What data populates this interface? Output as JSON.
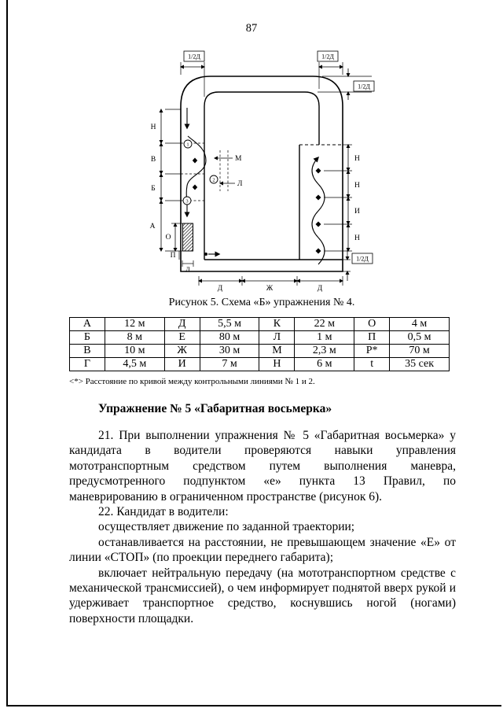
{
  "page": {
    "number": "87"
  },
  "figure": {
    "caption": "Рисунок 5. Схема «Б» упражнения № 4.",
    "labels": {
      "half_d_top_left": "1/2Д",
      "half_d_top_right": "1/2Д",
      "half_d_right": "1/2Д",
      "half_d_bottom_right": "1/2Д",
      "left_n": "Н",
      "left_v": "В",
      "left_b": "Б",
      "left_a": "А",
      "left_o": "О",
      "left_p": "П",
      "mid_m": "М",
      "mid_l": "Л",
      "point_1": "1",
      "point_2": "2",
      "point_3": "3",
      "bottom_l": "Л",
      "bottom_d_left": "Д",
      "bottom_zh": "Ж",
      "bottom_d_right": "Д",
      "right_n1": "Н",
      "right_n2": "Н",
      "right_i": "И",
      "right_n3": "Н"
    }
  },
  "table": {
    "rows": [
      [
        "А",
        "12 м",
        "Д",
        "5,5 м",
        "К",
        "22 м",
        "О",
        "4 м"
      ],
      [
        "Б",
        "8 м",
        "Е",
        "80 м",
        "Л",
        "1 м",
        "П",
        "0,5 м"
      ],
      [
        "В",
        "10 м",
        "Ж",
        "30 м",
        "М",
        "2,3 м",
        "Р*",
        "70 м"
      ],
      [
        "Г",
        "4,5 м",
        "И",
        "7 м",
        "Н",
        "6 м",
        "t",
        "35 сек"
      ]
    ]
  },
  "footnote": "<*> Расстояние по кривой между контрольными линиями № 1 и 2.",
  "heading": "Упражнение № 5 «Габаритная восьмерка»",
  "paragraphs": [
    "21. При выполнении упражнения № 5 «Габаритная восьмерка» у кандидата в водители проверяются навыки управления мототранспортным средством путем выполнения маневра, предусмотренного подпунктом «е» пункта 13 Правил, по маневрированию в ограниченном пространстве (рисунок 6).",
    "22. Кандидат в водители:",
    "осуществляет движение по заданной траектории;",
    "останавливается на расстоянии, не превышающем значение «Е» от линии «СТОП» (по проекции переднего габарита);",
    "включает нейтральную передачу (на мототранспортном средстве с механической трансмиссией), о чем информирует поднятой вверх рукой и удерживает транспортное средство, коснувшись ногой (ногами) поверхности площадки."
  ]
}
